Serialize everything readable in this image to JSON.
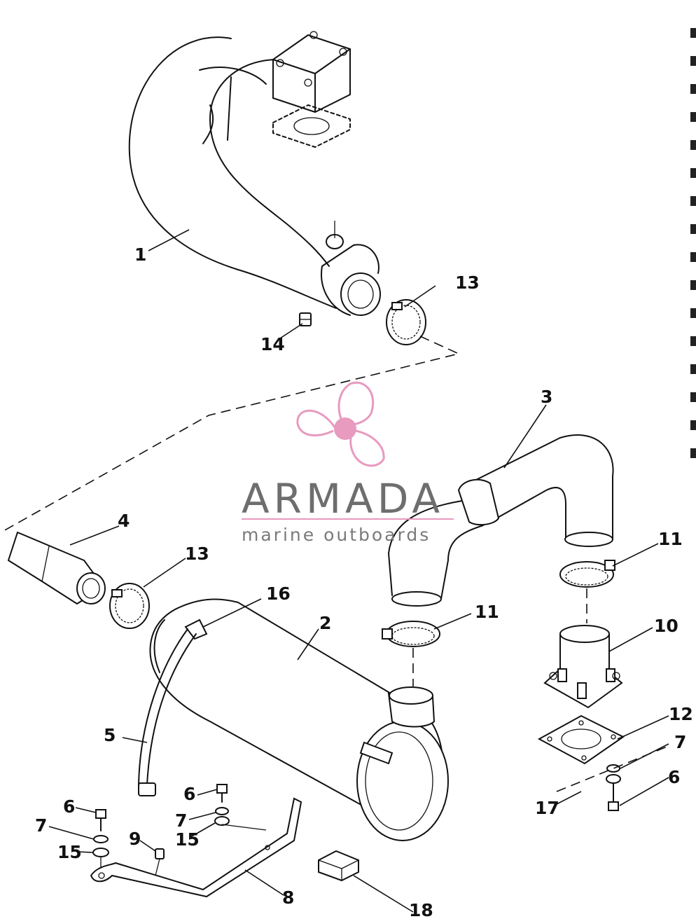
{
  "watermark": {
    "brand": "ARMADA",
    "tagline": "marine outboards",
    "logo_color": "#e89abf"
  },
  "callouts": {
    "c1": "1",
    "c2": "2",
    "c3": "3",
    "c4": "4",
    "c5": "5",
    "c6a": "6",
    "c6b": "6",
    "c6c": "6",
    "c7a": "7",
    "c7b": "7",
    "c7c": "7",
    "c8": "8",
    "c9": "9",
    "c10": "10",
    "c11a": "11",
    "c11b": "11",
    "c12": "12",
    "c13a": "13",
    "c13b": "13",
    "c14": "14",
    "c15a": "15",
    "c15b": "15",
    "c16": "16",
    "c17": "17",
    "c18": "18"
  }
}
